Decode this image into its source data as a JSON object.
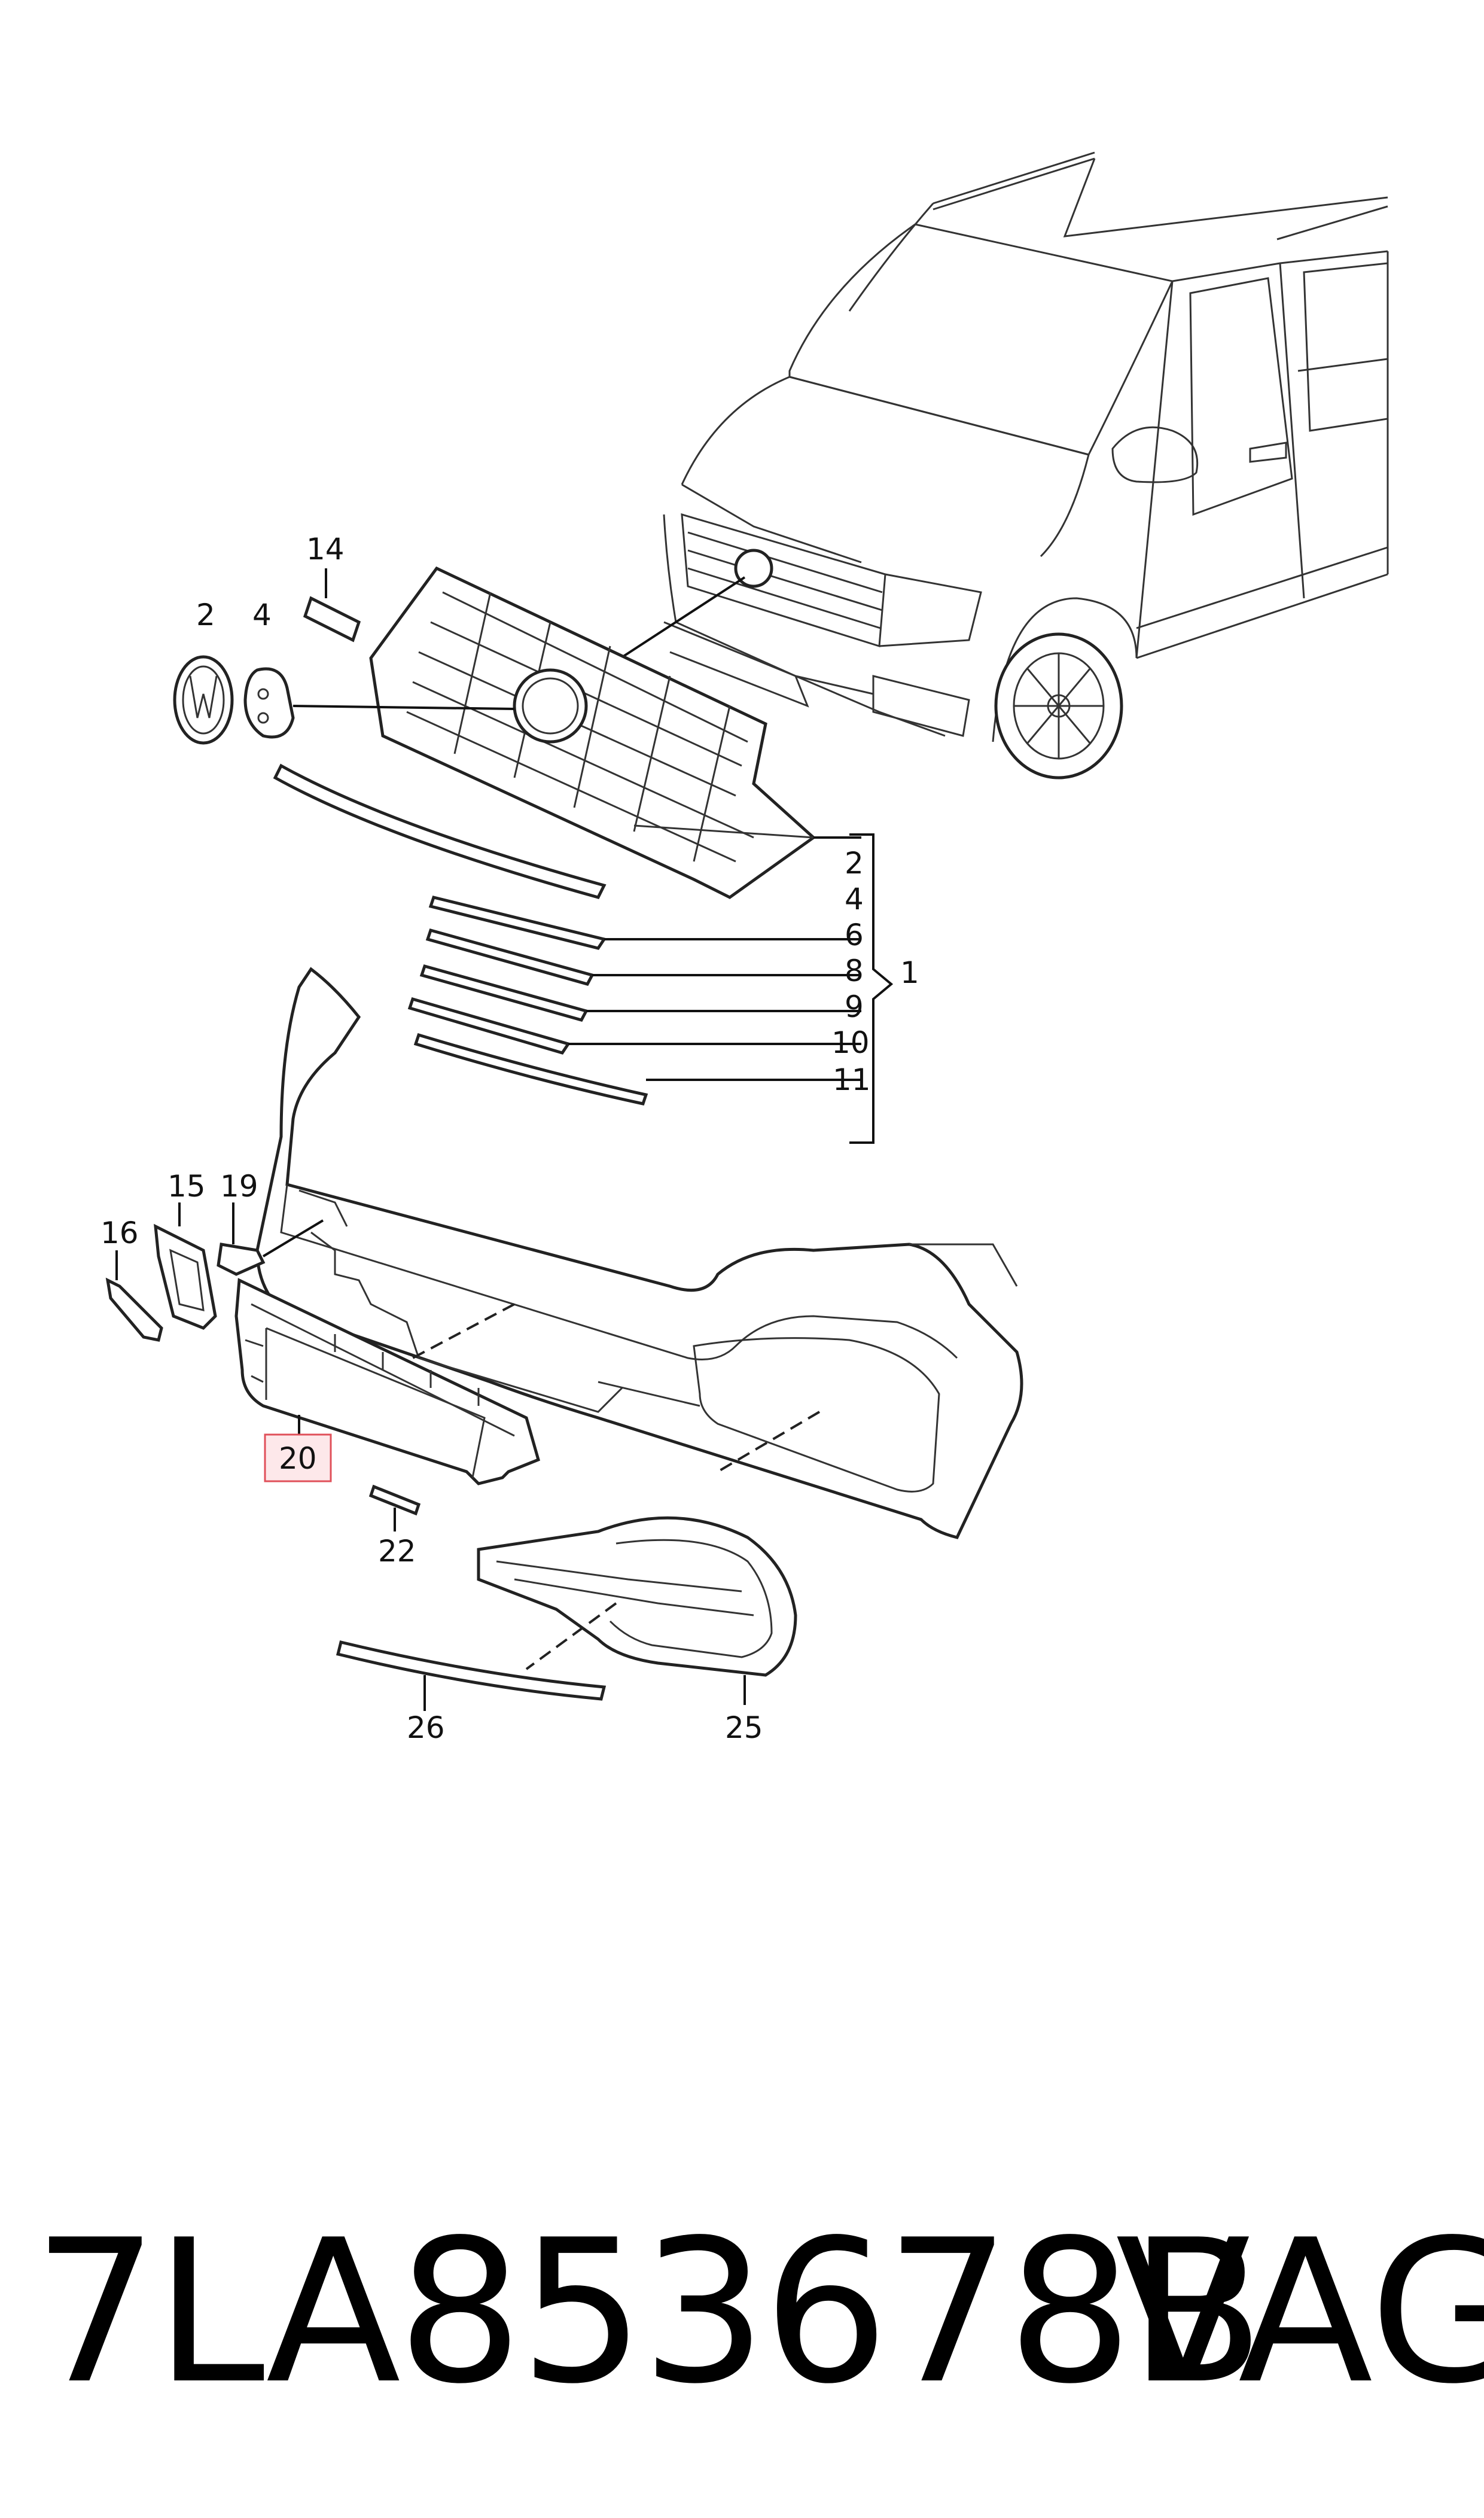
{
  "callouts": {
    "c1": "1",
    "c2a": "2",
    "c2b": "2",
    "c4a": "4",
    "c4b": "4",
    "c6": "6",
    "c8": "8",
    "c9": "9",
    "c10": "10",
    "c11": "11",
    "c14": "14",
    "c15": "15",
    "c16": "16",
    "c19": "19",
    "c20": "20",
    "c22": "22",
    "c25": "25",
    "c26": "26"
  },
  "highlight_color": "#e0505a",
  "footer": {
    "part_number": "7LA853678B",
    "brand": "VAG"
  }
}
